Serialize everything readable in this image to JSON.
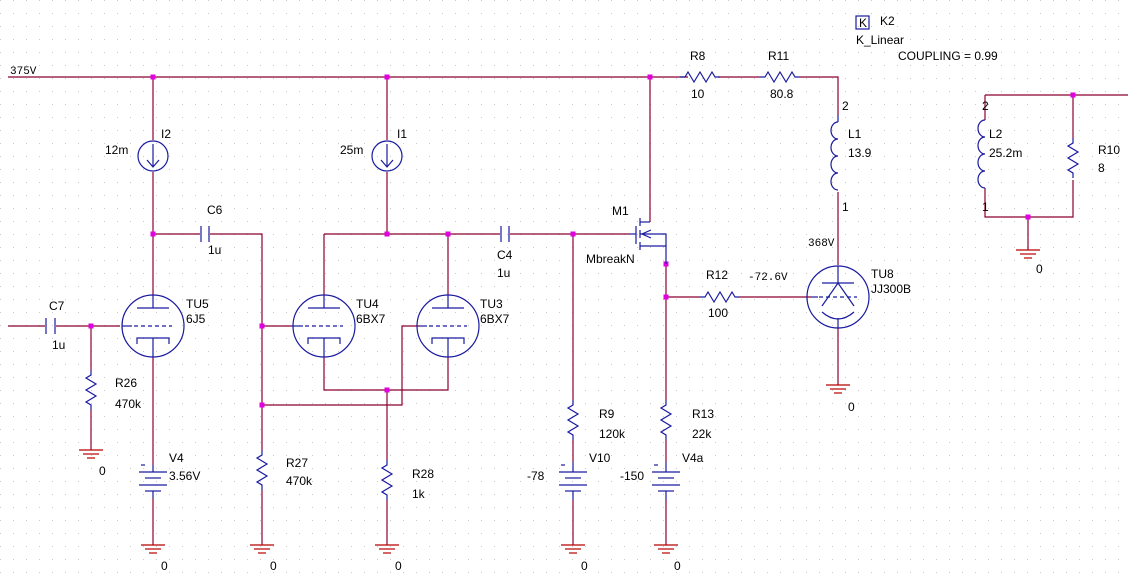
{
  "colors": {
    "wire": "#8b0032",
    "component": "#1a1aa0",
    "ground": "#b80000",
    "junction": "#e000e0",
    "grid": "#c8c8c8",
    "background": "#ffffff"
  },
  "labels": {
    "rail": "375V",
    "k2_symbol": "K",
    "k2": "K2",
    "k2_model": "K_Linear",
    "coupling": "COUPLING = 0.99",
    "r8": "R8",
    "r8_val": "10",
    "r11": "R11",
    "r11_val": "80.8",
    "l1": "L1",
    "l1_val": "13.9",
    "l1_p2": "2",
    "l1_p1": "1",
    "l2": "L2",
    "l2_val": "25.2m",
    "l2_p2": "2",
    "l2_p1": "1",
    "r10": "R10",
    "r10_val": "8",
    "i2": "I2",
    "i2_val": "12m",
    "i1": "I1",
    "i1_val": "25m",
    "m1": "M1",
    "m1_model": "MbreakN",
    "c6": "C6",
    "c6_val": "1u",
    "c4": "C4",
    "c4_val": "1u",
    "c7": "C7",
    "c7_val": "1u",
    "tu5": "TU5",
    "tu5_model": "6J5",
    "tu4": "TU4",
    "tu4_model": "6BX7",
    "tu3": "TU3",
    "tu3_model": "6BX7",
    "tu8": "TU8",
    "tu8_model": "JJ300B",
    "v368": "368V",
    "vm726": "-72.6V",
    "r12": "R12",
    "r12_val": "100",
    "r26": "R26",
    "r26_val": "470k",
    "r27": "R27",
    "r27_val": "470k",
    "r28": "R28",
    "r28_val": "1k",
    "r9": "R9",
    "r9_val": "120k",
    "r13": "R13",
    "r13_val": "22k",
    "v4": "V4",
    "v4_val": "3.56V",
    "v10": "V10",
    "v10_val": "-78",
    "v4a": "V4a",
    "v4a_val": "-150",
    "gnd_label": "0"
  }
}
